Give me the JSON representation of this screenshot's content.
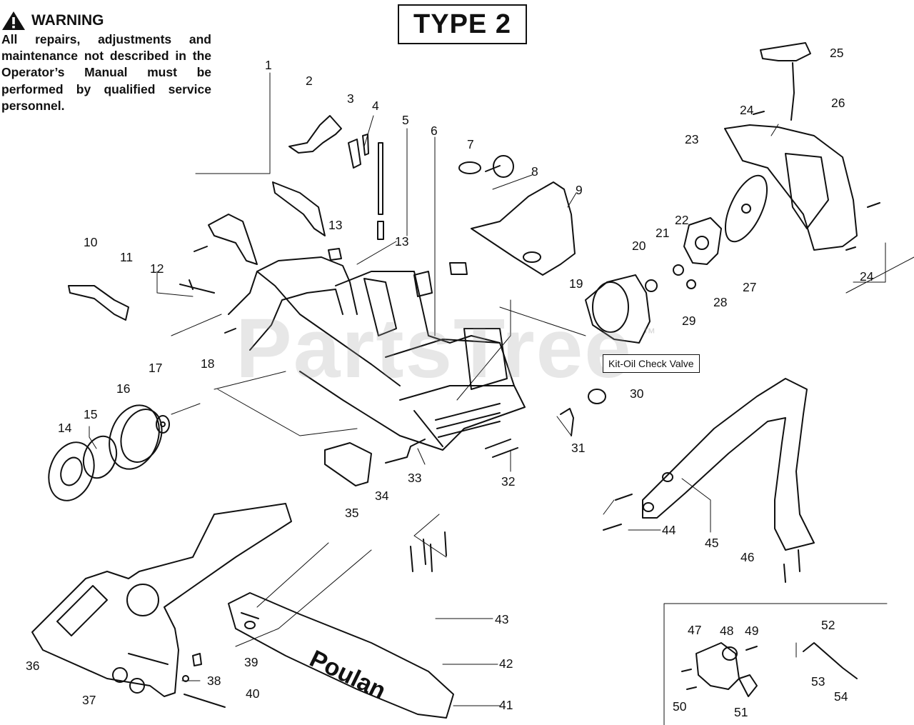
{
  "warning": {
    "title": "WARNING",
    "text": "All repairs, adjustments and maintenance not described in the Operator’s Manual must be performed by qualified service personnel."
  },
  "type_label": "TYPE 2",
  "watermark": "PartsTree",
  "watermark_tm": "™",
  "callout_30": "Kit-Oil Check Valve",
  "bar_brand": "Poulan",
  "part_numbers": [
    "1",
    "2",
    "3",
    "4",
    "5",
    "6",
    "7",
    "8",
    "9",
    "10",
    "11",
    "12",
    "13",
    "13",
    "14",
    "15",
    "16",
    "17",
    "18",
    "19",
    "20",
    "21",
    "22",
    "23",
    "24",
    "24",
    "25",
    "26",
    "27",
    "28",
    "29",
    "30",
    "31",
    "32",
    "33",
    "34",
    "35",
    "36",
    "37",
    "38",
    "39",
    "40",
    "41",
    "42",
    "43",
    "44",
    "45",
    "46",
    "47",
    "48",
    "49",
    "50",
    "51",
    "52",
    "53",
    "54"
  ]
}
